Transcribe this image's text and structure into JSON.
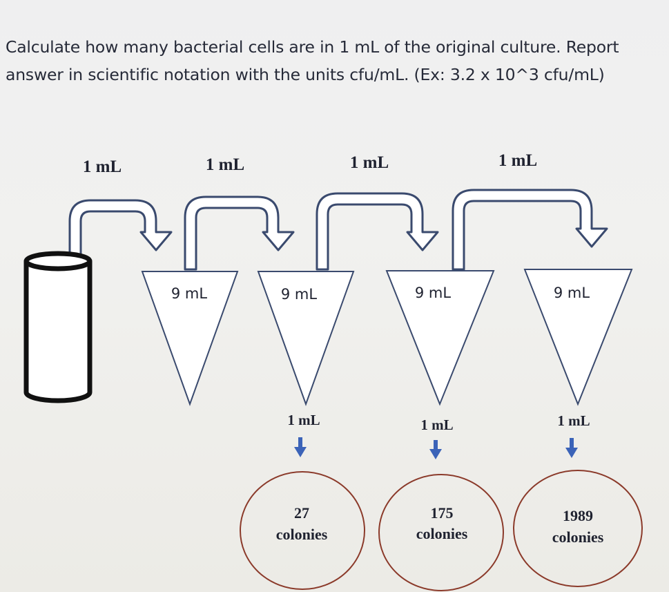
{
  "question": {
    "line1": "Calculate how many bacterial cells are in 1 mL of the original culture. Report",
    "line2": "answer in scientific notation with the units cfu/mL. (Ex: 3.2 x 10^3 cfu/mL)"
  },
  "transfer_labels": [
    "1 mL",
    "1 mL",
    "1 mL",
    "1 mL"
  ],
  "tube_labels": [
    "9 mL",
    "9 mL",
    "9 mL",
    "9 mL"
  ],
  "plating_labels": [
    "1 mL",
    "1 mL",
    "1 mL"
  ],
  "plates": [
    {
      "count": "27",
      "unit": "colonies"
    },
    {
      "count": "175",
      "unit": "colonies"
    },
    {
      "count": "1989",
      "unit": "colonies"
    }
  ],
  "colors": {
    "arrow_outline": "#3a4a6e",
    "arrow_fill": "#ffffff",
    "plate_outline": "#8b3a2a",
    "drop_arrow": "#3b63b8",
    "ink": "#1f2230"
  }
}
